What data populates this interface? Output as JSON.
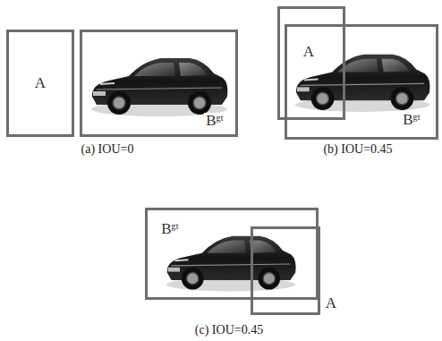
{
  "diagram": {
    "nodes": [
      {
        "text": [
          "A"
        ]
      },
      {
        "text": [
          "Bᵍᵗ"
        ]
      },
      {
        "text": [
          "A"
        ]
      },
      {
        "text": [
          "Bᵍᵗ"
        ]
      },
      {
        "text": [
          "Bᵍᵗ"
        ]
      },
      {
        "text": [
          "A"
        ]
      }
    ],
    "labels": [
      "(a) IOU=0",
      "(b) IOU=0.45",
      "(c) IOU=0.45"
    ]
  }
}
